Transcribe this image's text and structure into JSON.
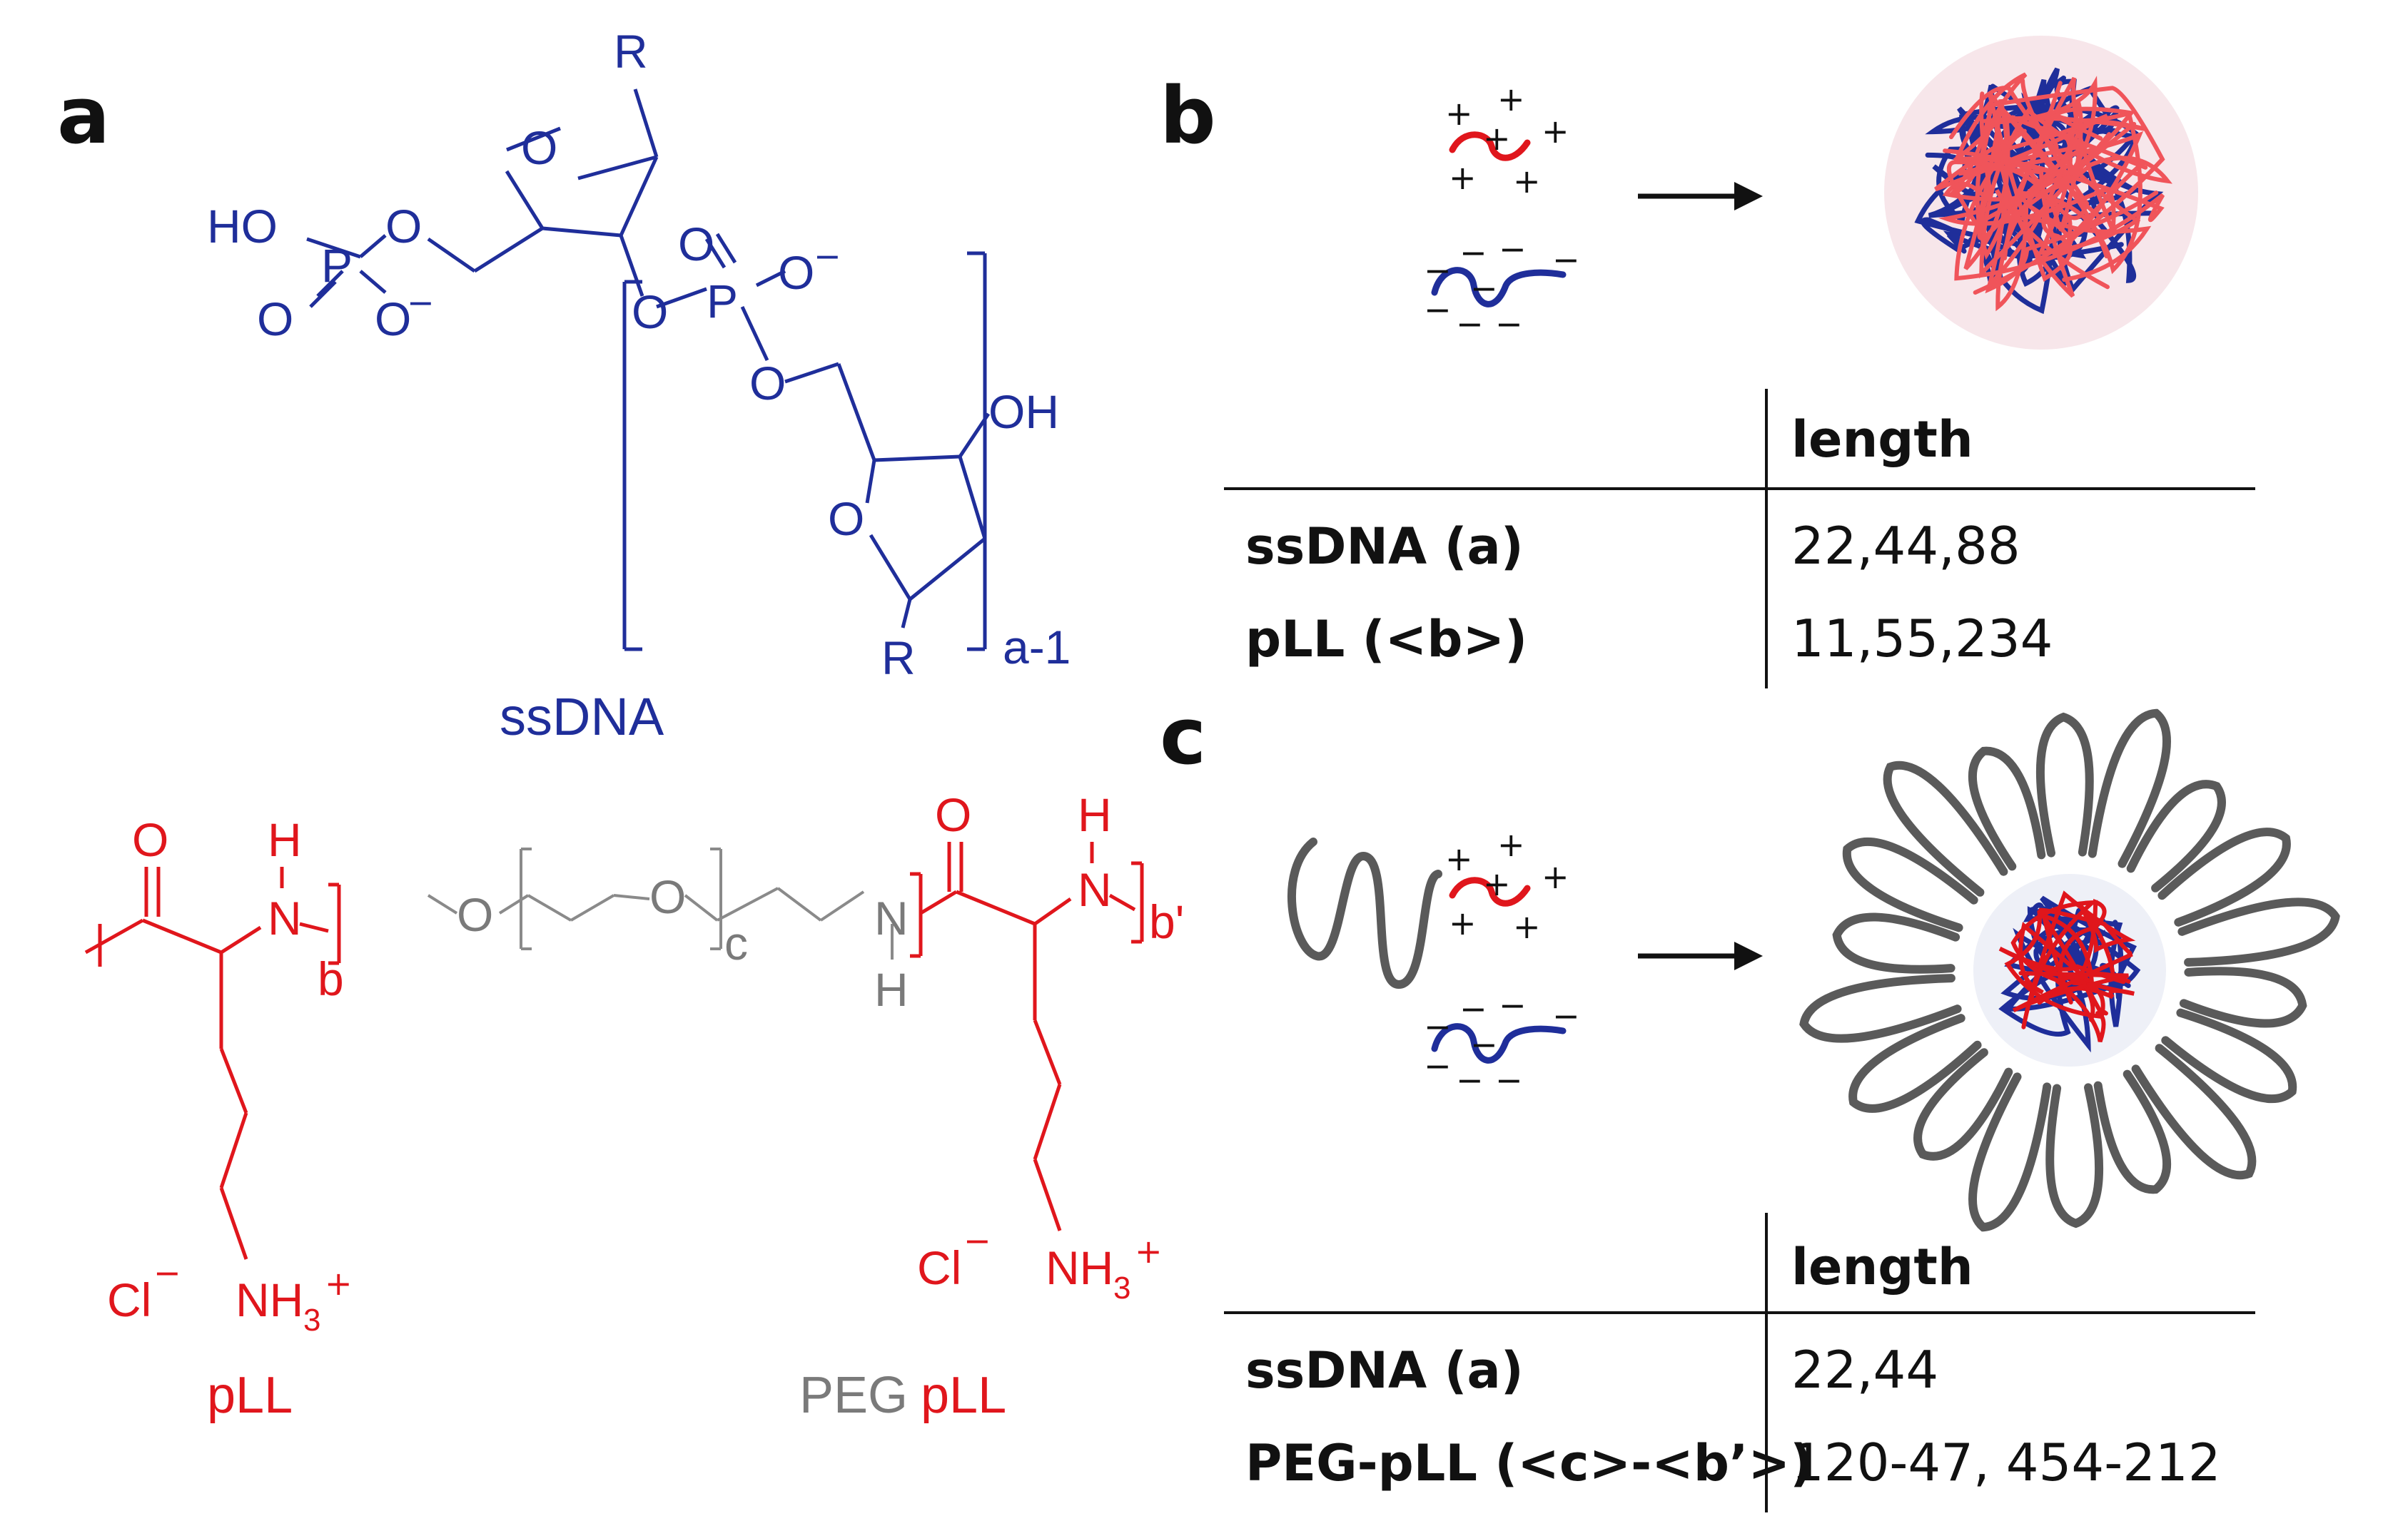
{
  "panels": {
    "a": "a",
    "b": "b",
    "c": "c"
  },
  "ssdna_structure": {
    "r_top": "R",
    "o_ring_top": "O",
    "ho": "HO",
    "p1": "P",
    "o_ester1": "O",
    "o_double1": "O",
    "o_minus1": "O",
    "o_double2": "O",
    "o_minus2": "O",
    "o_bridge": "O",
    "p2": "P",
    "o_ester2": "O",
    "oh": "OH",
    "o_ring_bottom": "O",
    "r_bottom": "R",
    "repeat": "a-1",
    "name": "ssDNA"
  },
  "pll_structure": {
    "o": "O",
    "h": "H",
    "n": "N",
    "repeat": "b",
    "cl": "Cl",
    "nh3": "NH",
    "sub3": "3",
    "plus": "+",
    "minus": "−",
    "name": "pLL"
  },
  "pegpll_structure": {
    "o1": "O",
    "o2": "O",
    "repeat_c": "c",
    "n": "N",
    "h_n": "H",
    "o_amide": "O",
    "h_top": "H",
    "n2": "N",
    "repeat_b": "b'",
    "cl": "Cl",
    "nh3": "NH",
    "sub3": "3",
    "plus": "+",
    "minus": "−",
    "name_peg": "PEG",
    "name_pll": "pLL"
  },
  "table_b": {
    "header": "length",
    "rows": [
      {
        "label": "ssDNA (a)",
        "value": "22,44,88"
      },
      {
        "label": "pLL (<b>)",
        "value": "11,55,234"
      }
    ]
  },
  "table_c": {
    "header": "length",
    "rows": [
      {
        "label": "ssDNA (a)",
        "value": "22,44"
      },
      {
        "label": "PEG-pLL (<c>-<b’>)",
        "value": "120-47, 454-212"
      }
    ]
  },
  "charges": {
    "plus": "+",
    "minus": "−"
  },
  "colors": {
    "dna": "#1f2e9a",
    "pll": "#e0161c",
    "peg": "#7a7a7a",
    "peg_coil": "#5a5a5a",
    "arrow": "#111111"
  }
}
